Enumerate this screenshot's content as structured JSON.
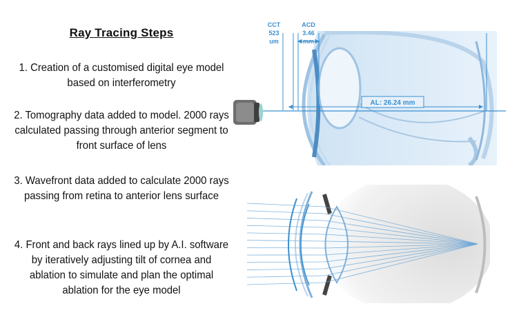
{
  "title": "Ray Tracing Steps",
  "steps": [
    "1. Creation of a customised digital eye model based on interferometry",
    "2. Tomography data added to model. 2000 rays calculated passing through anterior segment to front surface of lens",
    "3. Wavefront data added to calculate 2000 rays passing from retina to anterior lens surface",
    "4. Front and back rays lined up by A.I. software by iteratively adjusting tilt of cornea and ablation to simulate and plan the optimal ablation for the eye model"
  ],
  "measurements": {
    "cct_label": "CCT",
    "cct_value": "523",
    "cct_unit": "um",
    "acd_label": "ACD",
    "acd_value": "3.46",
    "acd_unit": "mm",
    "al_label": "AL: 26.24 mm"
  },
  "colors": {
    "accent": "#3a8fd0",
    "eye_fill": "#dcebf7",
    "ray": "#6aa6d6"
  }
}
